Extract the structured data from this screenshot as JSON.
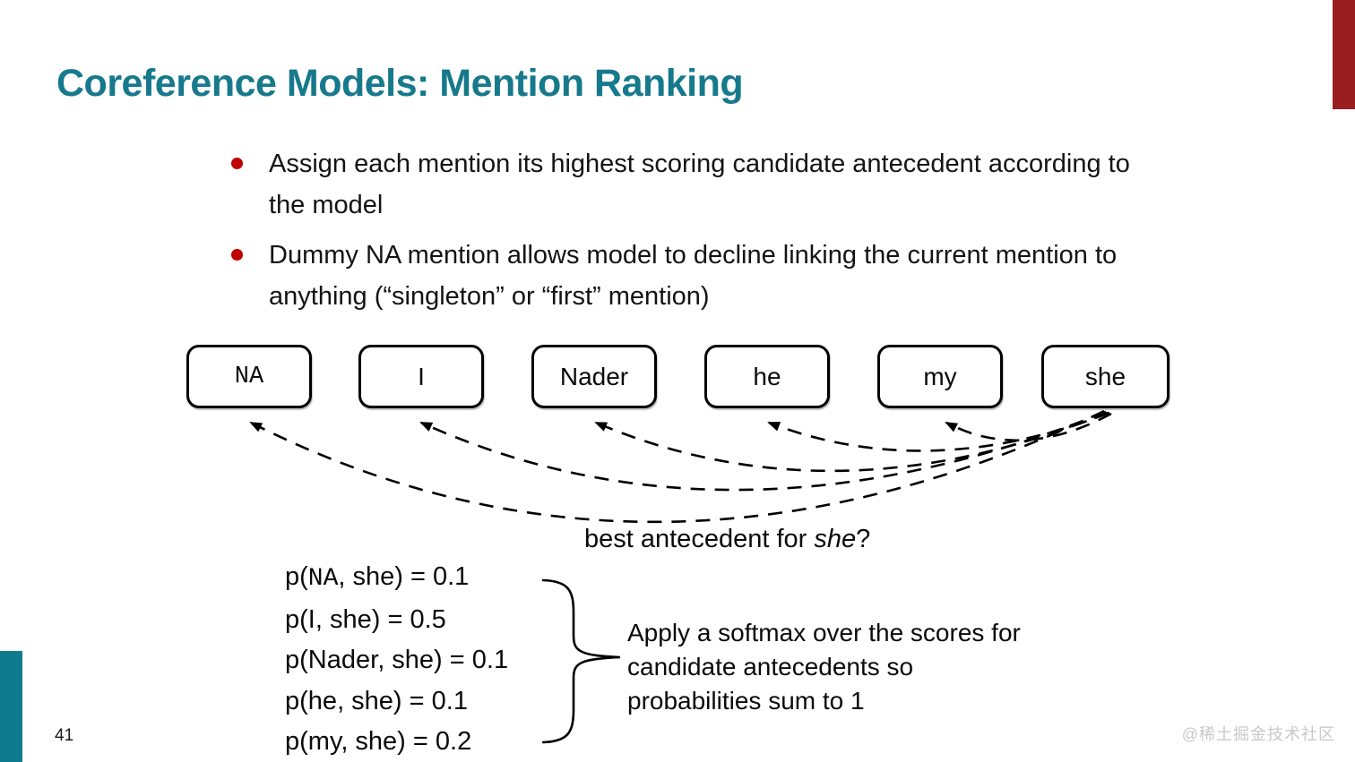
{
  "slide": {
    "title": "Coreference Models: Mention Ranking",
    "page_number": "41",
    "watermark": "@稀土掘金技术社区"
  },
  "bullets": [
    "Assign each mention its highest scoring candidate antecedent according to the model",
    "Dummy NA mention allows model to decline linking the current mention to anything (“singleton” or “first” mention)"
  ],
  "mentions": [
    "NA",
    "I",
    "Nader",
    "he",
    "my",
    "she"
  ],
  "question": {
    "prefix": "best antecedent for ",
    "emphasis": "she",
    "suffix": "?"
  },
  "scores": [
    {
      "prefix": "p(",
      "antecedent": "NA",
      "rest": ", she) = ",
      "value": "0.1"
    },
    {
      "prefix": "p(",
      "antecedent": "I",
      "rest": ", she) = ",
      "value": "0.5"
    },
    {
      "prefix": "p(",
      "antecedent": "Nader",
      "rest": ", she) = ",
      "value": "0.1"
    },
    {
      "prefix": "p(",
      "antecedent": "he",
      "rest": ", she) = ",
      "value": "0.1"
    },
    {
      "prefix": "p(",
      "antecedent": "my",
      "rest": ", she) = ",
      "value": "0.2"
    }
  ],
  "note": {
    "lines": [
      "Apply a softmax over the scores for",
      "candidate antecedents so",
      "probabilities sum to 1"
    ]
  },
  "colors": {
    "title_color": "#16798C",
    "top_accent": "#9A1E1F",
    "bottom_accent": "#0E7B8F",
    "bullet_dot": "#C00000",
    "watermark_color": "#C9C9C9"
  }
}
